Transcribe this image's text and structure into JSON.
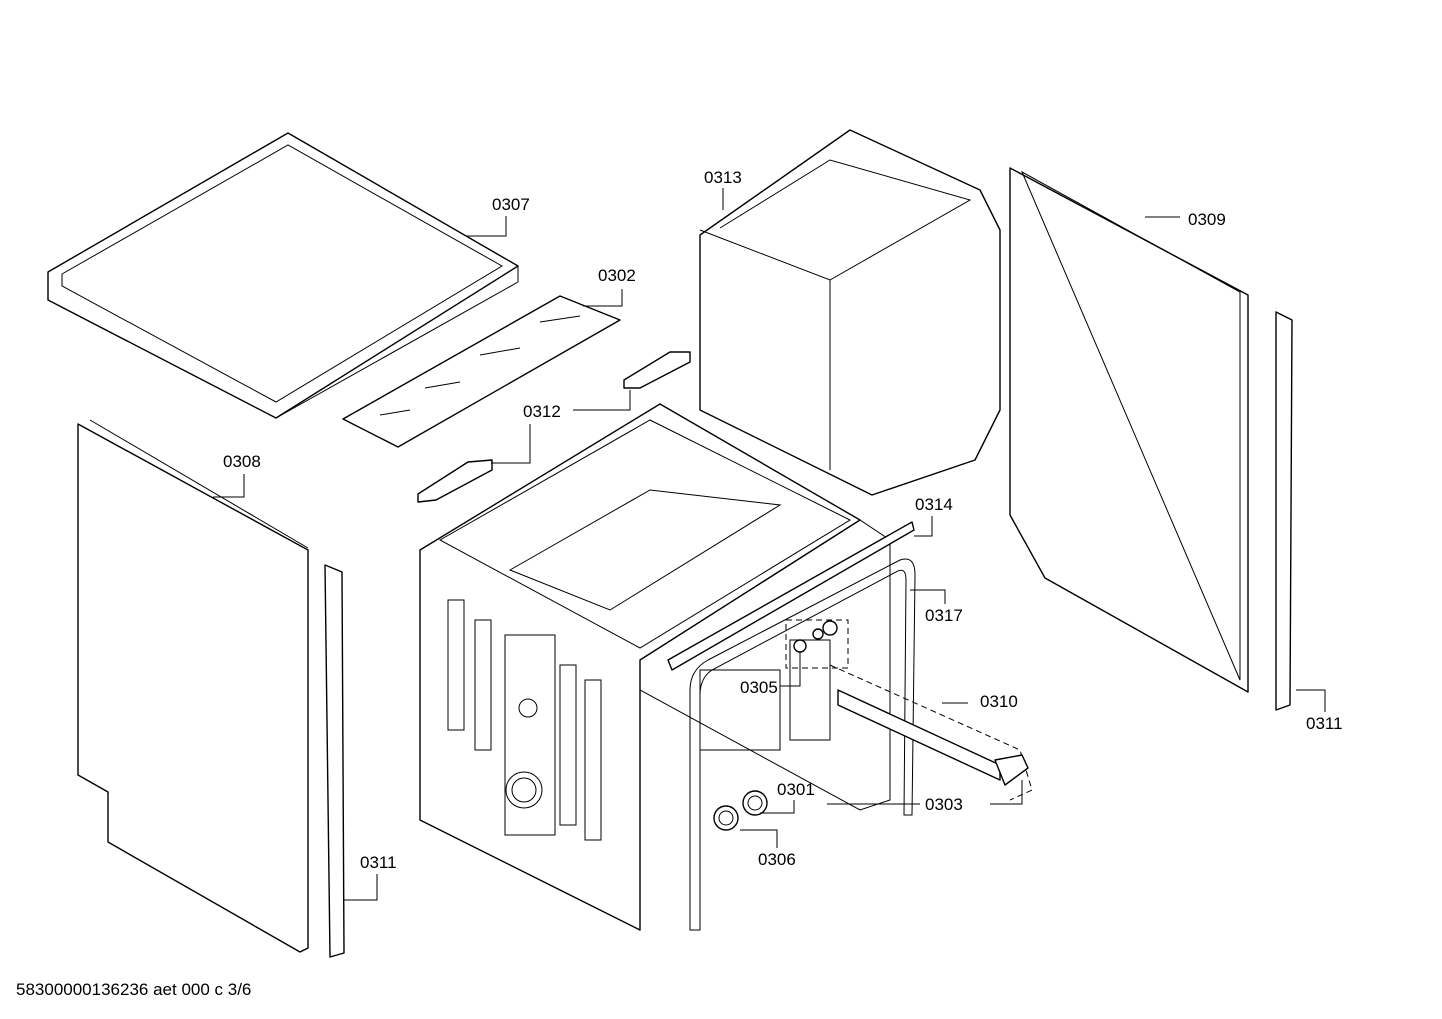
{
  "labels": {
    "p0307": "0307",
    "p0302": "0302",
    "p0313": "0313",
    "p0309": "0309",
    "p0312": "0312",
    "p0308": "0308",
    "p0314": "0314",
    "p0317": "0317",
    "p0305": "0305",
    "p0310": "0310",
    "p0311_right": "0311",
    "p0311_left": "0311",
    "p0301": "0301",
    "p0303": "0303",
    "p0306": "0306"
  },
  "footer": {
    "drawing_id": "58300000136236 aet 000 c 3/6"
  },
  "colors": {
    "line": "#000000",
    "background": "#ffffff"
  }
}
